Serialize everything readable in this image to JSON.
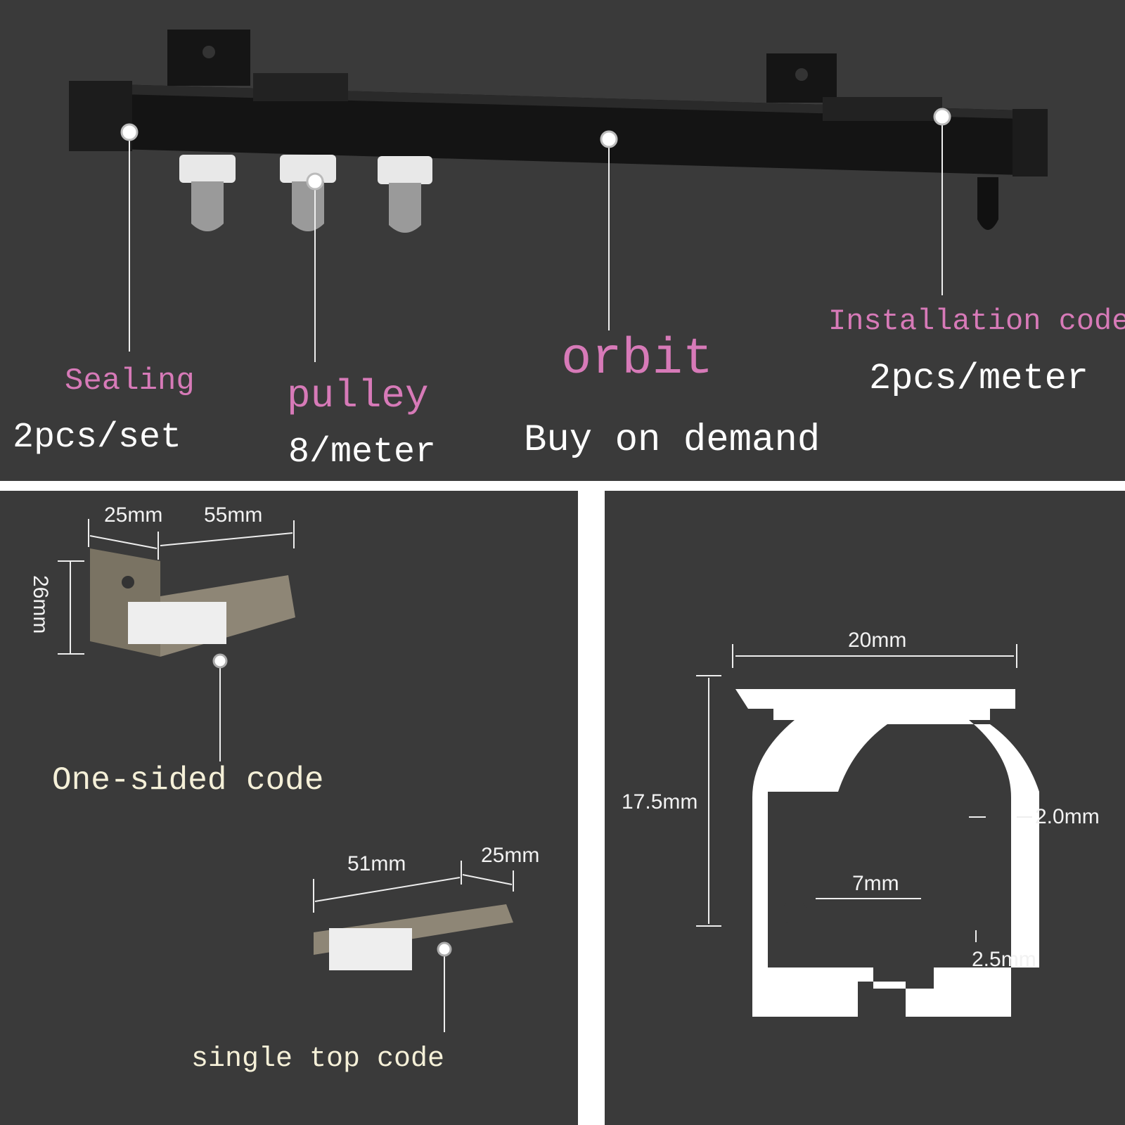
{
  "colors": {
    "background": "#3a3a3a",
    "highlight": "#d77ab8",
    "text": "#ffffff",
    "separator": "#ffffff"
  },
  "top": {
    "callouts": [
      {
        "name": "Sealing",
        "detail": "2pcs/set"
      },
      {
        "name": "pulley",
        "detail": "8/meter"
      },
      {
        "name": "orbit",
        "detail": "Buy on demand"
      },
      {
        "name": "Installation code",
        "detail": "2pcs/meter"
      }
    ]
  },
  "bottom_left": {
    "one_sided": {
      "label": "One-sided code",
      "dims": [
        "25mm",
        "55mm",
        "26mm"
      ]
    },
    "single_top": {
      "label": "single top code",
      "dims": [
        "51mm",
        "25mm"
      ]
    }
  },
  "bottom_right": {
    "dims": {
      "width": "20mm",
      "height": "17.5mm",
      "wall": "2.0mm",
      "opening": "7mm",
      "base": "2.5mm"
    }
  }
}
